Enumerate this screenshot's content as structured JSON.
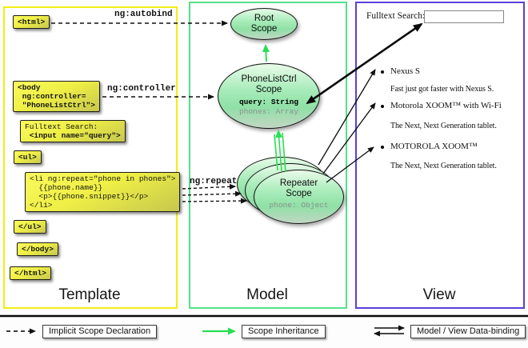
{
  "colors": {
    "template_border": "#f2ee13",
    "model_border": "#55e08c",
    "view_border": "#5b3fd9",
    "scope_fill_green": "#8fe0a6",
    "box_yellow": "#efef46",
    "inheritance_green": "#2ade52"
  },
  "columns": {
    "template_title": "Template",
    "model_title": "Model",
    "view_title": "View"
  },
  "template": {
    "labels": {
      "autobind": "ng:autobind",
      "controller": "ng:controller",
      "repeat": "ng:repeat"
    },
    "tags": {
      "html_open": "<html>",
      "body_open": [
        "<body",
        " ng:controller=",
        " \"PhoneListCtrl\">"
      ],
      "fulltext": [
        "Fulltext Search:",
        " <input name=\"query\">"
      ],
      "ul_open": "<ul>",
      "li": [
        "<li ng:repeat=\"phone in phones\">",
        "  {{phone.name}}",
        "  <p>{{phone.snippet}}</p>",
        "</li>"
      ],
      "ul_close": "</ul>",
      "body_close": "</body>",
      "html_close": "</html>"
    }
  },
  "model": {
    "root_scope": {
      "name1": "Root",
      "name2": "Scope"
    },
    "phonelist_scope": {
      "name1": "PhoneListCtrl",
      "name2": "Scope",
      "prop1": "query: String",
      "prop2": "phones: Array"
    },
    "repeater_scope": {
      "name1": "Repeater",
      "name2": "Scope",
      "prop1": "phone: Object"
    }
  },
  "view": {
    "search_label": "Fulltext Search:",
    "search_value": "",
    "items": [
      {
        "title": "Nexus S",
        "desc": "Fast just got faster with Nexus S."
      },
      {
        "title": "Motorola XOOM™  with Wi-Fi",
        "desc": "The Next, Next Generation tablet."
      },
      {
        "title": "MOTOROLA XOOM™",
        "desc": "The Next, Next Generation tablet."
      }
    ]
  },
  "legend": {
    "implicit": "Implicit Scope Declaration",
    "inheritance": "Scope Inheritance",
    "binding": "Model / View Data-binding"
  }
}
